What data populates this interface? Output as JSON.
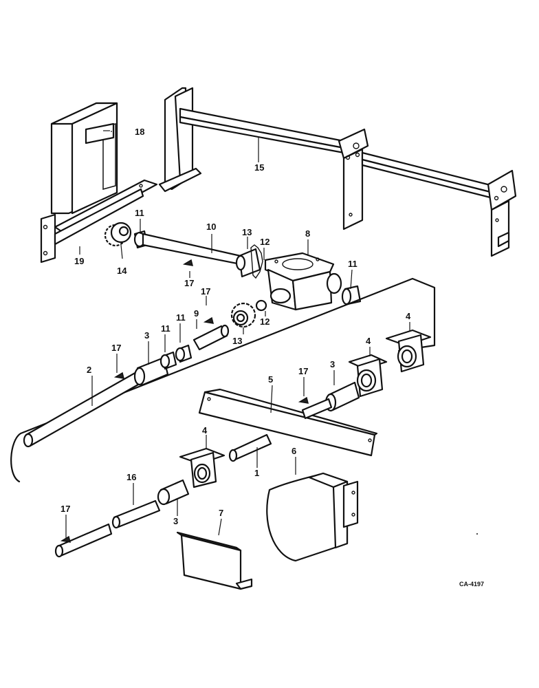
{
  "callouts": {
    "c1": "1",
    "c2": "2",
    "c3a": "3",
    "c3b": "3",
    "c3c": "3",
    "c4a": "4",
    "c4b": "4",
    "c4c": "4",
    "c5": "5",
    "c6": "6",
    "c7": "7",
    "c8": "8",
    "c9": "9",
    "c10": "10",
    "c11a": "11",
    "c11b": "11",
    "c11c": "11",
    "c11d": "11",
    "c12a": "12",
    "c12b": "12",
    "c13a": "13",
    "c13b": "13",
    "c14": "14",
    "c15": "15",
    "c16": "16",
    "c17a": "17",
    "c17b": "17",
    "c17c": "17",
    "c17d": "17",
    "c17e": "17",
    "c18": "18",
    "c19": "19"
  },
  "drawing_code": "CA-4197"
}
